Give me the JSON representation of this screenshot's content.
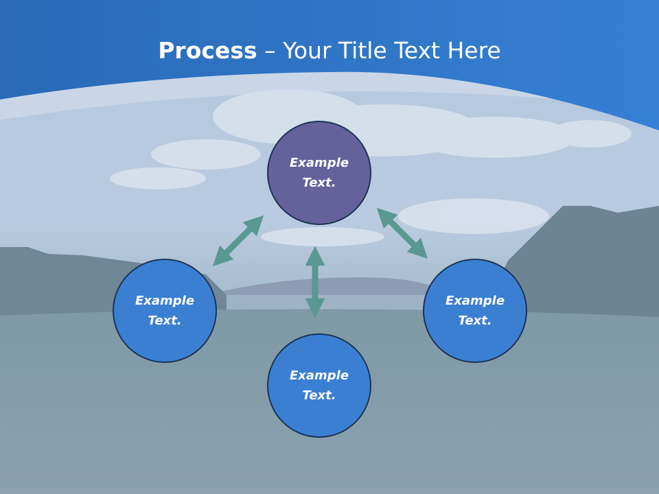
{
  "title": {
    "bold": "Process",
    "rest": " – Your Title Text Here"
  },
  "nodes": {
    "top": "Example\nText.",
    "left": "Example\nText.",
    "right": "Example\nText.",
    "bottom": "Example\nText."
  },
  "colors": {
    "header_blue": "#2f73c8",
    "center_node": "#65619a",
    "outer_node": "#3b7fd3",
    "arrow": "#5a9892"
  }
}
